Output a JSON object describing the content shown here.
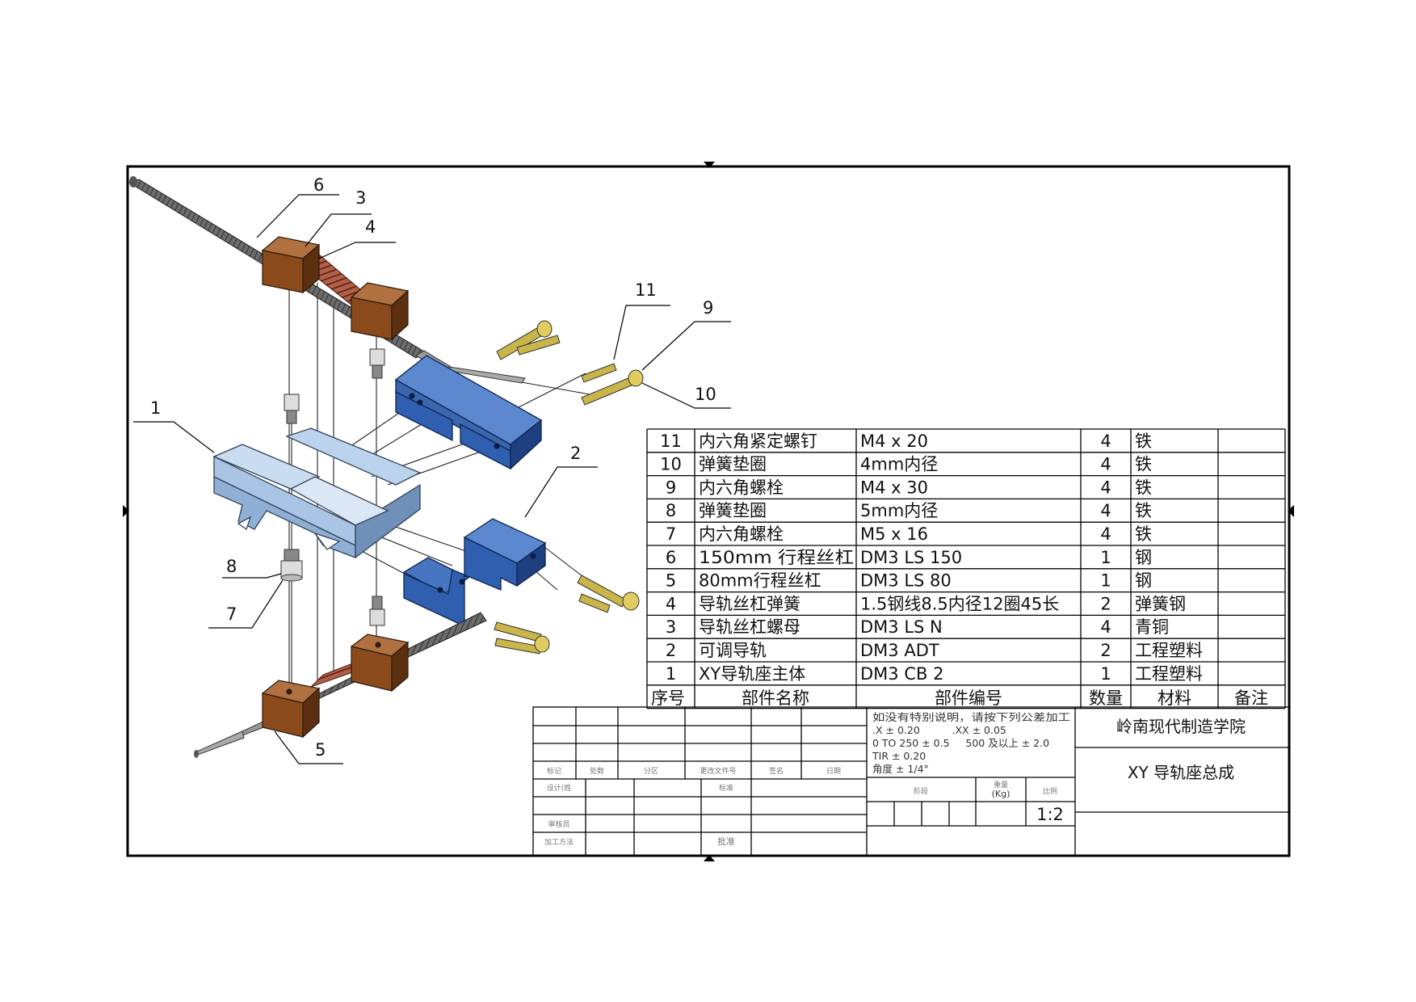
{
  "callouts": [
    "6",
    "3",
    "4",
    "11",
    "9",
    "10",
    "1",
    "2",
    "8",
    "7",
    "5"
  ],
  "bom": {
    "headers": [
      "序号",
      "部件名称",
      "部件编号",
      "数量",
      "材料",
      "备注"
    ],
    "rows": [
      {
        "no": "11",
        "name": "内六角紧定螺钉",
        "code": "M4 x 20",
        "qty": "4",
        "material": "铁",
        "note": ""
      },
      {
        "no": "10",
        "name": "弹簧垫圈",
        "code": "4mm内径",
        "qty": "4",
        "material": "铁",
        "note": ""
      },
      {
        "no": "9",
        "name": "内六角螺栓",
        "code": "M4 x 30",
        "qty": "4",
        "material": "铁",
        "note": ""
      },
      {
        "no": "8",
        "name": "弹簧垫圈",
        "code": "5mm内径",
        "qty": "4",
        "material": "铁",
        "note": ""
      },
      {
        "no": "7",
        "name": "内六角螺栓",
        "code": "M5 x 16",
        "qty": "4",
        "material": "铁",
        "note": ""
      },
      {
        "no": "6",
        "name": "150mm 行程丝杠",
        "code": "DM3 LS 150",
        "qty": "1",
        "material": "钢",
        "note": ""
      },
      {
        "no": "5",
        "name": "80mm行程丝杠",
        "code": "DM3 LS 80",
        "qty": "1",
        "material": "钢",
        "note": ""
      },
      {
        "no": "4",
        "name": "导轨丝杠弹簧",
        "code": "1.5钢线8.5内径12圈45长",
        "qty": "2",
        "material": "弹簧钢",
        "note": ""
      },
      {
        "no": "3",
        "name": "导轨丝杠螺母",
        "code": "DM3 LS N",
        "qty": "4",
        "material": "青铜",
        "note": ""
      },
      {
        "no": "2",
        "name": "可调导轨",
        "code": "DM3 ADT",
        "qty": "2",
        "material": "工程塑料",
        "note": ""
      },
      {
        "no": "1",
        "name": "XY导轨座主体",
        "code": "DM3 CB 2",
        "qty": "1",
        "material": "工程塑料",
        "note": ""
      }
    ]
  },
  "title_block": {
    "company": "岭南现代制造学院",
    "drawing_title": "XY 导轨座总成",
    "scale": "1:2",
    "labels": {
      "mark": "标记",
      "count": "处数",
      "zone": "分区",
      "change_doc": "更改文件号",
      "sign": "签名",
      "date": "日期",
      "designer": "设计(姓",
      "standard": "标准",
      "reviewer": "审核员",
      "process": "加工方法",
      "approve": "批准",
      "stage": "阶段",
      "weight": "重量",
      "weight_unit": "(Kg)",
      "ratio": "比例"
    },
    "tolerance": [
      "如没有特别说明，请按下列公差加工",
      ".X ± 0.20          .XX ± 0.05",
      "0 TO 250 ± 0.5     500 及以上 ± 2.0",
      "TIR ± 0.20",
      "角度 ± 1/4°"
    ]
  },
  "colors": {
    "nut": "#8a4a1c",
    "spring": "#7a2e22",
    "body": "#a9c4e4",
    "rail": "#2f5fae",
    "bolt": "#c9b54a",
    "frame": "#000000"
  }
}
